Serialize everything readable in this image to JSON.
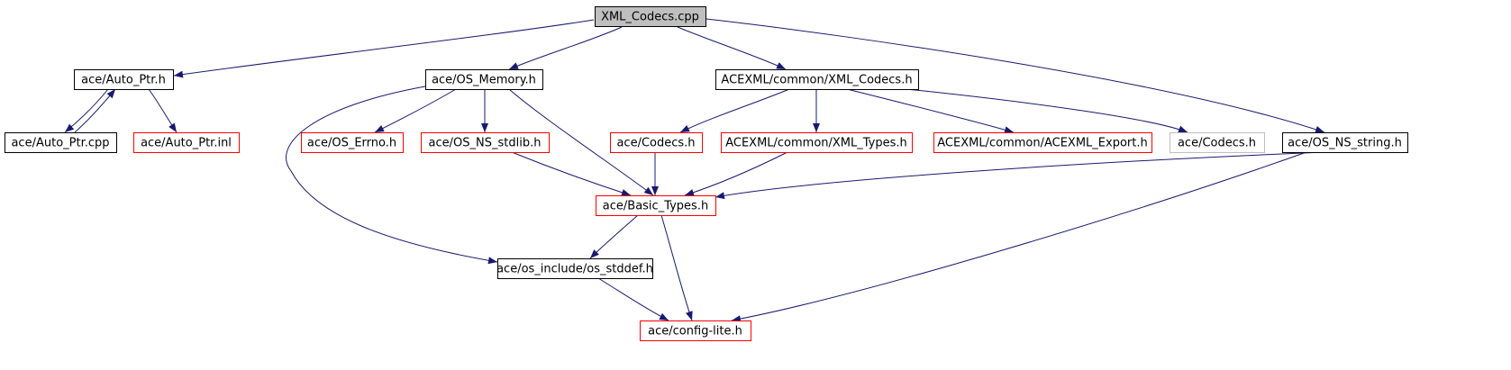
{
  "colors": {
    "edge": "#191970",
    "root_fill": "#bfbfbf",
    "border_documented": "#000000",
    "border_undocumented": "#ff0000",
    "border_external": "#bfbfbf"
  },
  "nodes": [
    {
      "id": "xml_codecs_cpp",
      "label": "XML_Codecs.cpp",
      "style": "root"
    },
    {
      "id": "auto_ptr_h",
      "label": "ace/Auto_Ptr.h",
      "style": "documented"
    },
    {
      "id": "os_memory_h",
      "label": "ace/OS_Memory.h",
      "style": "documented"
    },
    {
      "id": "acexml_xml_codecs_h",
      "label": "ACEXML/common/XML_Codecs.h",
      "style": "documented"
    },
    {
      "id": "auto_ptr_cpp",
      "label": "ace/Auto_Ptr.cpp",
      "style": "documented"
    },
    {
      "id": "auto_ptr_inl",
      "label": "ace/Auto_Ptr.inl",
      "style": "undocumented"
    },
    {
      "id": "os_errno_h",
      "label": "ace/OS_Errno.h",
      "style": "undocumented"
    },
    {
      "id": "os_ns_stdlib_h",
      "label": "ace/OS_NS_stdlib.h",
      "style": "undocumented"
    },
    {
      "id": "codecs_h_red",
      "label": "ace/Codecs.h",
      "style": "undocumented"
    },
    {
      "id": "xml_types_h",
      "label": "ACEXML/common/XML_Types.h",
      "style": "undocumented"
    },
    {
      "id": "acexml_export_h",
      "label": "ACEXML/common/ACEXML_Export.h",
      "style": "undocumented"
    },
    {
      "id": "codecs_h_gray",
      "label": "ace/Codecs.h",
      "style": "external"
    },
    {
      "id": "os_ns_string_h",
      "label": "ace/OS_NS_string.h",
      "style": "documented"
    },
    {
      "id": "basic_types_h",
      "label": "ace/Basic_Types.h",
      "style": "undocumented"
    },
    {
      "id": "os_stddef_h",
      "label": "ace/os_include/os_stddef.h",
      "style": "documented"
    },
    {
      "id": "config_lite_h",
      "label": "ace/config-lite.h",
      "style": "undocumented"
    }
  ],
  "edges": [
    {
      "from": "xml_codecs_cpp",
      "to": "auto_ptr_h"
    },
    {
      "from": "xml_codecs_cpp",
      "to": "os_memory_h"
    },
    {
      "from": "xml_codecs_cpp",
      "to": "acexml_xml_codecs_h"
    },
    {
      "from": "xml_codecs_cpp",
      "to": "os_ns_string_h"
    },
    {
      "from": "auto_ptr_h",
      "to": "auto_ptr_cpp"
    },
    {
      "from": "auto_ptr_cpp",
      "to": "auto_ptr_h"
    },
    {
      "from": "auto_ptr_h",
      "to": "auto_ptr_inl"
    },
    {
      "from": "os_memory_h",
      "to": "os_errno_h"
    },
    {
      "from": "os_memory_h",
      "to": "os_ns_stdlib_h"
    },
    {
      "from": "os_memory_h",
      "to": "basic_types_h"
    },
    {
      "from": "os_memory_h",
      "to": "os_stddef_h"
    },
    {
      "from": "acexml_xml_codecs_h",
      "to": "codecs_h_red"
    },
    {
      "from": "acexml_xml_codecs_h",
      "to": "xml_types_h"
    },
    {
      "from": "acexml_xml_codecs_h",
      "to": "acexml_export_h"
    },
    {
      "from": "acexml_xml_codecs_h",
      "to": "codecs_h_gray"
    },
    {
      "from": "os_ns_stdlib_h",
      "to": "basic_types_h"
    },
    {
      "from": "codecs_h_red",
      "to": "basic_types_h"
    },
    {
      "from": "xml_types_h",
      "to": "basic_types_h"
    },
    {
      "from": "os_ns_string_h",
      "to": "basic_types_h"
    },
    {
      "from": "os_ns_string_h",
      "to": "config_lite_h"
    },
    {
      "from": "basic_types_h",
      "to": "os_stddef_h"
    },
    {
      "from": "basic_types_h",
      "to": "config_lite_h"
    },
    {
      "from": "os_stddef_h",
      "to": "config_lite_h"
    }
  ]
}
